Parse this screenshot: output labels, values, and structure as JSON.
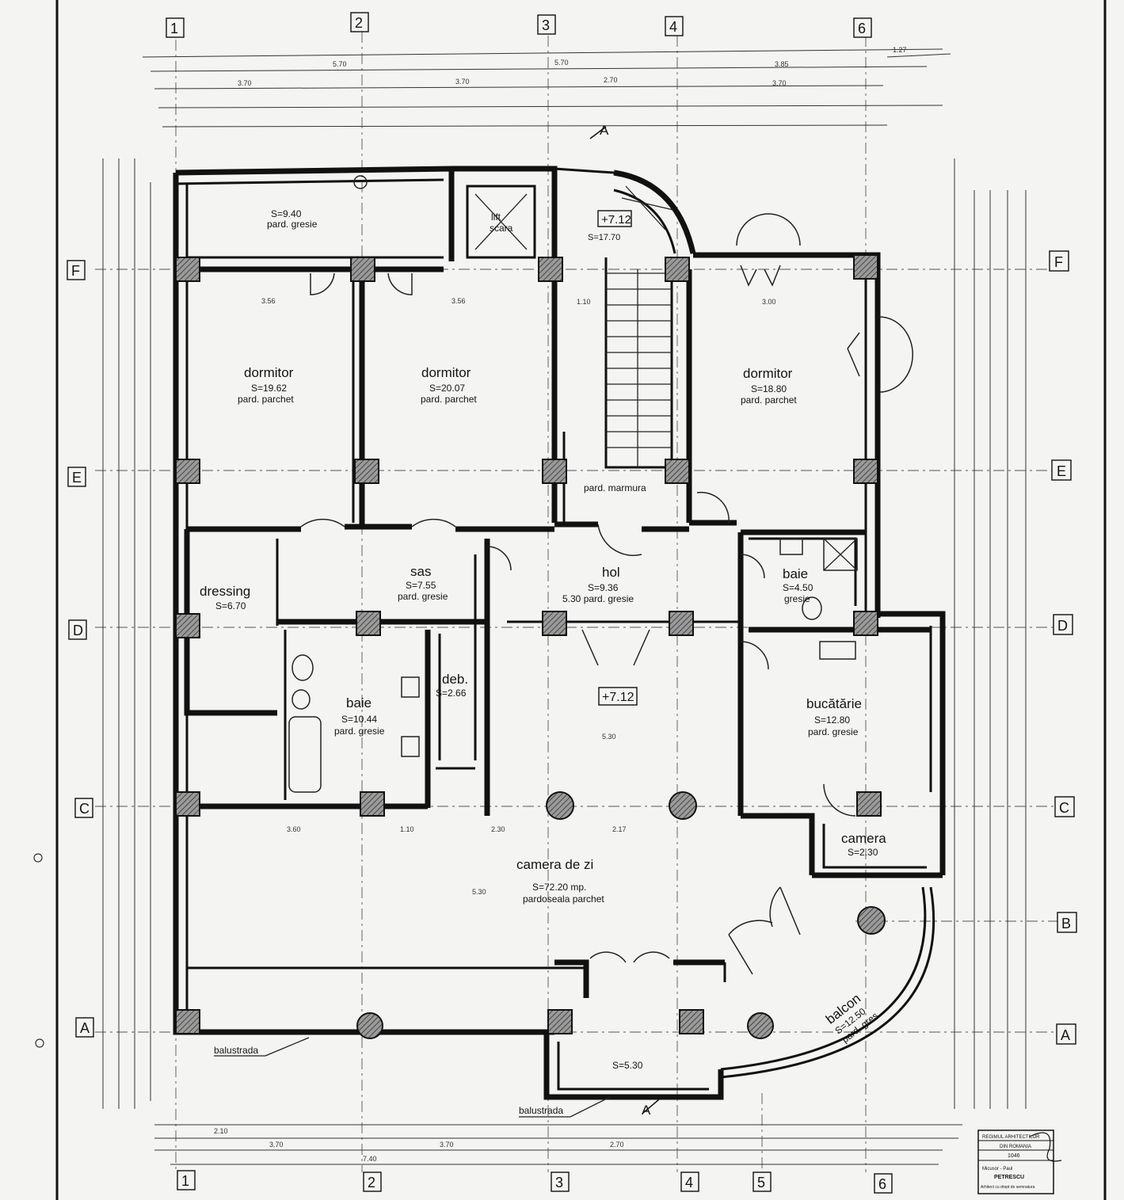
{
  "axes": {
    "numbered": [
      "1",
      "2",
      "3",
      "4",
      "5",
      "6"
    ],
    "lettered": [
      "A",
      "B",
      "C",
      "D",
      "E",
      "F"
    ]
  },
  "levels": {
    "upper": "+7.12",
    "main": "+7.12"
  },
  "landing": {
    "area": "S=17.70"
  },
  "section_mark": "A",
  "rooms": [
    {
      "id": "terasa-nord",
      "area": "S=9.40",
      "finish": "pard. gresie"
    },
    {
      "id": "lift",
      "name": "lift",
      "extra": "scara"
    },
    {
      "id": "dormitor-1",
      "name": "dormitor",
      "area": "S=19.62",
      "finish": "pard. parchet"
    },
    {
      "id": "dormitor-2",
      "name": "dormitor",
      "area": "S=20.07",
      "finish": "pard. parchet"
    },
    {
      "id": "dormitor-3",
      "name": "dormitor",
      "area": "S=18.80",
      "finish": "pard. parchet"
    },
    {
      "id": "stair",
      "finish": "pard. marmura"
    },
    {
      "id": "dressing",
      "name": "dressing",
      "area": "S=6.70"
    },
    {
      "id": "sas",
      "name": "sas",
      "area": "S=7.55",
      "finish": "pard. gresie"
    },
    {
      "id": "hol",
      "name": "hol",
      "area": "S=9.36",
      "finish": "5.30 pard. gresie"
    },
    {
      "id": "baie-1",
      "name": "baie",
      "area": "S=4.50",
      "finish": "gresie"
    },
    {
      "id": "baie-2",
      "name": "baie",
      "area": "S=10.44",
      "finish": "pard. gresie"
    },
    {
      "id": "deb",
      "name": "deb.",
      "area": "S=2.66"
    },
    {
      "id": "bucatarie",
      "name": "bucătărie",
      "area": "S=12.80",
      "finish": "pard. gresie"
    },
    {
      "id": "camera",
      "name": "camera",
      "area": "S=2.30"
    },
    {
      "id": "camera-de-zi",
      "name": "camera de zi",
      "area": "S=72.20 mp.",
      "finish": "pardoseala parchet"
    },
    {
      "id": "balcon",
      "name": "balcon",
      "area": "S=12.50",
      "finish": "pard. gres"
    },
    {
      "id": "porch",
      "area": "S=5.30"
    }
  ],
  "notes": {
    "balustrade": "balustrada"
  },
  "dimensions": {
    "top": [
      "3.70",
      "3.70",
      "2.70",
      "3.70",
      "1.27",
      "5.70",
      "5.70",
      "3.85"
    ],
    "inner": [
      "3.56",
      "3.56",
      "1.10",
      "3.00",
      "5.30",
      "3.60",
      "2.30",
      "2.17",
      "1.10",
      "5.30"
    ],
    "bottom": [
      "2.10",
      "3.70",
      "3.70",
      "2.70",
      "7.40"
    ]
  },
  "title_block": {
    "line1": "REGIMUL ARHITECTILOR",
    "line2": "DIN ROMANIA",
    "line3": "1046",
    "line4": "Micusor - Paul",
    "line5": "PETRESCU",
    "line6": "Arhitect cu drept de semnatura"
  }
}
